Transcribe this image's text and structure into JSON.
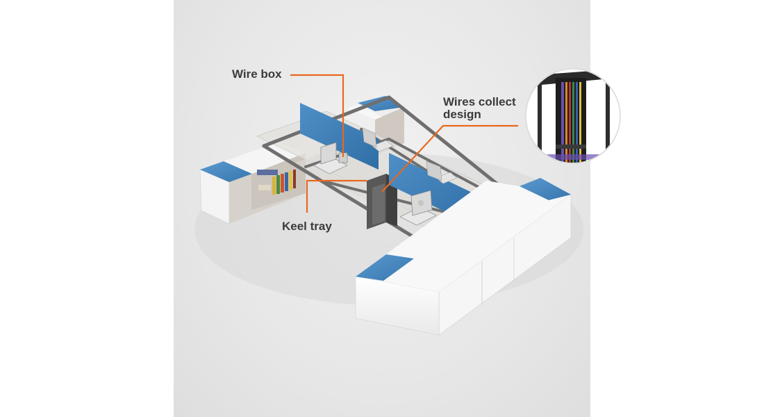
{
  "callouts": {
    "wire_box": "Wire box",
    "keel_tray": "Keel tray",
    "wires_collect_line1": "Wires collect",
    "wires_collect_line2": "design"
  },
  "colors": {
    "leader": "#e8681f",
    "label": "#3b3b3b",
    "panel_blue": "#3d7fb8",
    "cushion_blue": "#4a8cc6",
    "frame": "#6f6f6f",
    "cabinet_wood": "#cfcac2",
    "cabinet_white": "#f7f7f7"
  },
  "icons": [
    "laptop-icon",
    "book-icon"
  ]
}
